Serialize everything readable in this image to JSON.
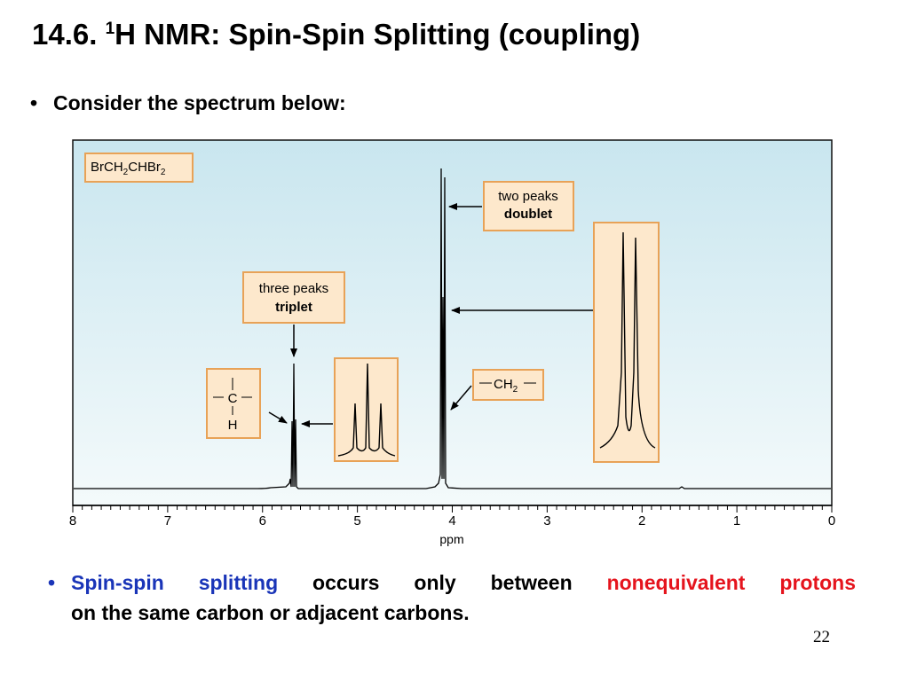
{
  "slide": {
    "title_prefix": "14.6. ",
    "title_superscript": "1",
    "title_rest": "H NMR: Spin-Spin Splitting (coupling)",
    "bullet1": "Consider the spectrum below:",
    "bullet2": {
      "part1": "Spin-spin splitting",
      "part2": " occurs only between ",
      "part3": "nonequivalent protons",
      "line2": "on the same carbon or adjacent carbons."
    },
    "page_number": "22",
    "bullet_glyph": "•"
  },
  "spectrum": {
    "compound_main": "BrCH",
    "compound_sub1": "2",
    "compound_mid": "CHBr",
    "compound_sub2": "2",
    "doublet_label_line1": "two peaks",
    "doublet_label_line2": "doublet",
    "triplet_label_line1": "three peaks",
    "triplet_label_line2": "triplet",
    "ch2_label_main": "CH",
    "ch2_label_sub": "2",
    "ch_group_c": "C",
    "ch_group_h": "H",
    "axis_label": "ppm",
    "ticks": [
      "8",
      "7",
      "6",
      "5",
      "4",
      "3",
      "2",
      "1",
      "0"
    ],
    "colors": {
      "plot_bg_top": "#c9e6ef",
      "plot_bg_bottom": "#f4fafb",
      "box_fill": "#fde8cc",
      "box_border": "#e8a257",
      "blue_text": "#1a35b8",
      "red_text": "#e5141d"
    },
    "peaks": {
      "triplet_ppm": 5.7,
      "doublet_ppm": 4.1
    }
  }
}
